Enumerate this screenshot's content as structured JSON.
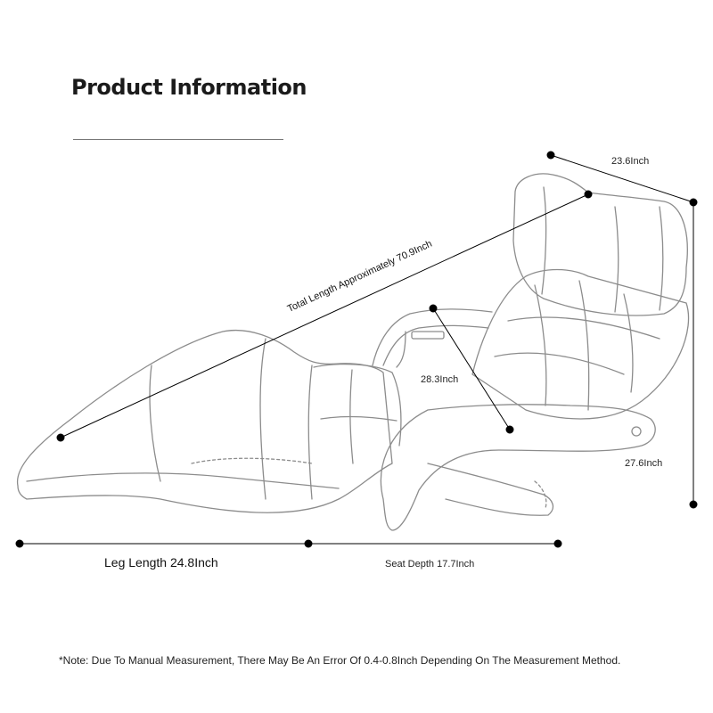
{
  "title": "Product Information",
  "dimensions": {
    "top_width": "23.6Inch",
    "total_length": "Total Length Approximately 70.9Inch",
    "armrest_height": "28.3Inch",
    "height": "27.6Inch",
    "leg_length": "Leg Length 24.8Inch",
    "seat_depth": "Seat Depth 17.7Inch"
  },
  "note": "*Note: Due To Manual Measurement, There May Be An Error Of 0.4-0.8Inch Depending On The Measurement Method."
}
